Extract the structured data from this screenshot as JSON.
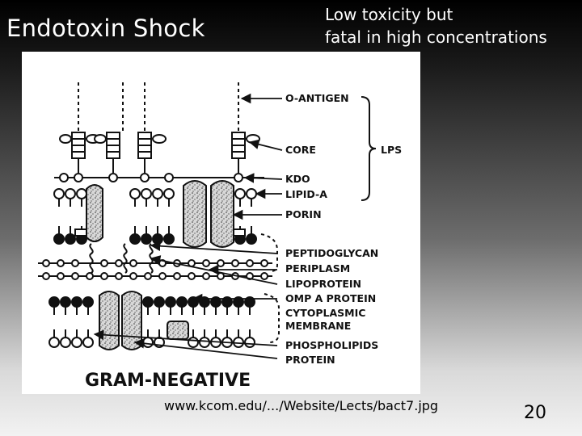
{
  "slide": {
    "title": "Endotoxin Shock",
    "subtitle_line1": "Low toxicity but",
    "subtitle_line2": "fatal in high concentrations",
    "source_url": "www.kcom.edu/.../Website/Lects/bact7.jpg",
    "page_number": "20"
  },
  "diagram": {
    "caption": "GRAM-NEGATIVE",
    "labels": {
      "o_antigen": "O-ANTIGEN",
      "core": "CORE",
      "kdo": "KDO",
      "lipid_a": "LIPID-A",
      "porin": "PORIN",
      "lps": "LPS",
      "peptidoglycan": "PEPTIDOGLYCAN",
      "periplasm": "PERIPLASM",
      "lipoprotein": "LIPOPROTEIN",
      "omp_a_protein": "OMP A PROTEIN",
      "cytoplasmic": "CYTOPLASMIC",
      "membrane": "MEMBRANE",
      "phospholipids": "PHOSPHOLIPIDS",
      "protein": "PROTEIN"
    }
  }
}
